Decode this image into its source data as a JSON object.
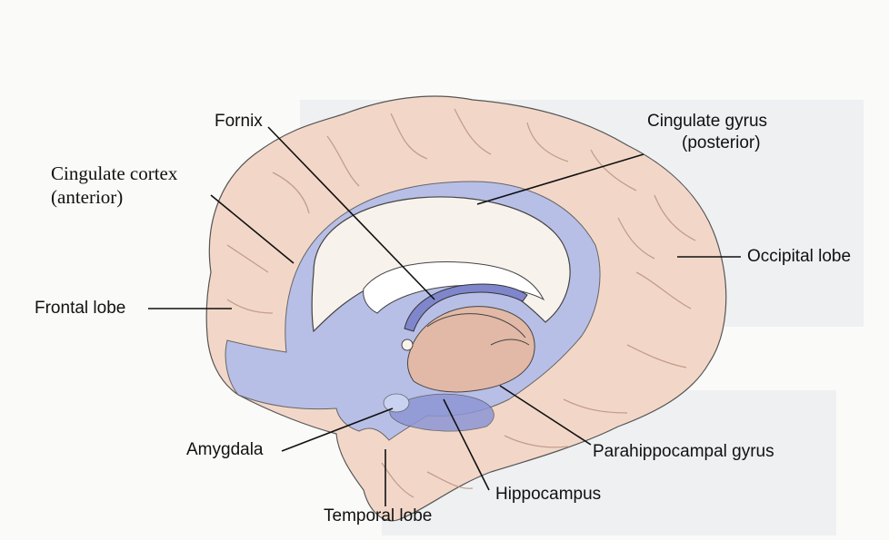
{
  "labels": {
    "fornix": "Fornix",
    "cingulate_gyrus_line1": "Cingulate gyrus",
    "cingulate_gyrus_line2": "(posterior)",
    "cingulate_cortex_line1": "Cingulate cortex",
    "cingulate_cortex_line2": "(anterior)",
    "occipital_lobe": "Occipital lobe",
    "frontal_lobe": "Frontal lobe",
    "amygdala": "Amygdala",
    "parahippocampal_gyrus": "Parahippocampal gyrus",
    "hippocampus": "Hippocampus",
    "temporal_lobe": "Temporal lobe"
  },
  "colors": {
    "brain_tissue": "#f2d7c8",
    "limbic_blue": "#b8bfe6",
    "limbic_dark": "#8d96d4",
    "fornix_band": "#7f86cc",
    "thalamus": "#e2b8a6",
    "outline": "#333333"
  }
}
